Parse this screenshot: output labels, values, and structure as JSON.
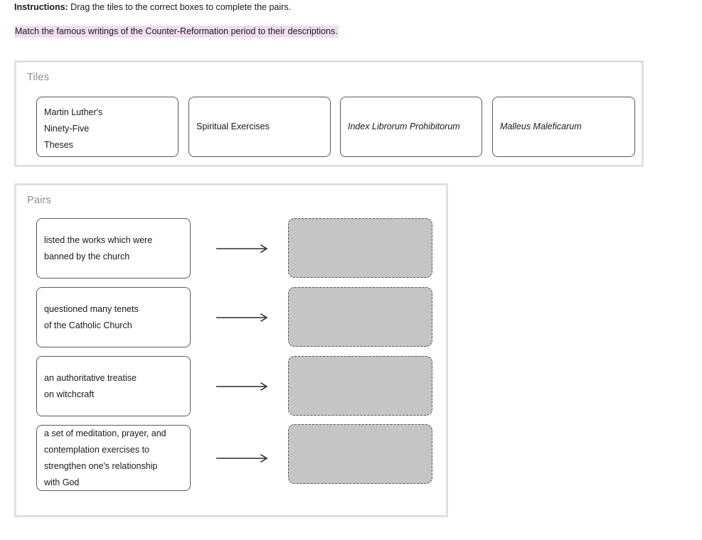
{
  "instructions": {
    "label": "Instructions:",
    "text": " Drag the tiles to the correct boxes to complete the pairs.",
    "prompt": "Match the famous writings of the Counter-Reformation period to their descriptions.",
    "highlight_color": "#f2dcf3"
  },
  "tiles_panel": {
    "title": "Tiles",
    "tiles": [
      {
        "text": "Martin Luther's\nNinety-Five\nTheses",
        "italic": false,
        "lines": 3
      },
      {
        "text": "Spiritual Exercises",
        "italic": false,
        "lines": 1
      },
      {
        "text": "Index Librorum Prohibitorum",
        "italic": true,
        "lines": 1
      },
      {
        "text": "Malleus Maleficarum",
        "italic": true,
        "lines": 1
      }
    ]
  },
  "pairs_panel": {
    "title": "Pairs",
    "arrow_icon": "arrow-right-icon",
    "pairs": [
      {
        "prompt": "listed the works which were\nbanned by the church",
        "drop_value": "",
        "drop_placeholder": ""
      },
      {
        "prompt": "questioned many tenets\nof the Catholic Church",
        "drop_value": "",
        "drop_placeholder": ""
      },
      {
        "prompt": "an authoritative treatise\non witchcraft",
        "drop_value": "",
        "drop_placeholder": ""
      },
      {
        "prompt": "a set of meditation, prayer, and\ncontemplation exercises to\nstrengthen one's relationship\nwith God",
        "drop_value": "",
        "drop_placeholder": ""
      }
    ]
  },
  "colors": {
    "panel_border": "#e0e0e0",
    "box_border": "#5a5a5a",
    "drop_fill": "#c5c5c5",
    "title_text": "#8e8e8e",
    "body_text": "#1a1a1a"
  }
}
